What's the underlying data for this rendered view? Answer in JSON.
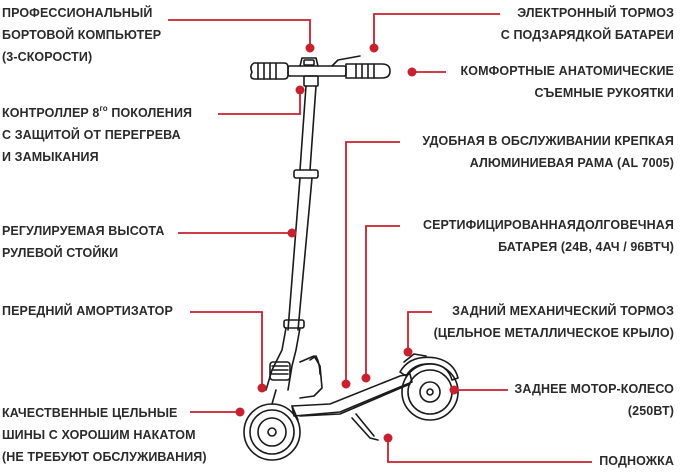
{
  "colors": {
    "accent": "#c8202e",
    "line": "#c8202e",
    "text": "#2a2a2a",
    "scooter": "#1a1a1a"
  },
  "labels": {
    "computer": {
      "line1": "Профессиональный",
      "line2": "бортовой компьютер",
      "line3": "(3-скорости)"
    },
    "brake_electric": {
      "line1": "Электронный тормоз",
      "line2": "с подзарядкой батареи"
    },
    "grips": {
      "line1": "Комфортные анатомические",
      "line2": "съемные рукоятки"
    },
    "controller": {
      "line1_pre": "Контроллер 8",
      "line1_sup": "го",
      "line1_post": " поколения",
      "line2": "с защитой от перегрева",
      "line3": "и замыкания"
    },
    "frame": {
      "line1": "Удобная в обслуживании крепкая",
      "line2": "алюминиевая рама (AL 7005)"
    },
    "height": {
      "line1": "Регулируемая высота",
      "line2": "рулевой стойки"
    },
    "battery": {
      "line1": "Сертифицированнаядолговечная",
      "line2": "батарея (24В, 4Ач / 96Втч)"
    },
    "shock": {
      "line1": "Передний амортизатор"
    },
    "brake_rear": {
      "line1": "Задний механический тормоз",
      "line2": "(цельное металлическое крыло)"
    },
    "motor_wheel": {
      "line1": "Заднее мотор-колесо",
      "line2": "(250Вт)"
    },
    "tires": {
      "line1": "Качественные цельные",
      "line2": "шины с хорошим накатом",
      "line3": "(не требуют обслуживания)"
    },
    "kickstand": {
      "line1": "Подножка"
    }
  }
}
